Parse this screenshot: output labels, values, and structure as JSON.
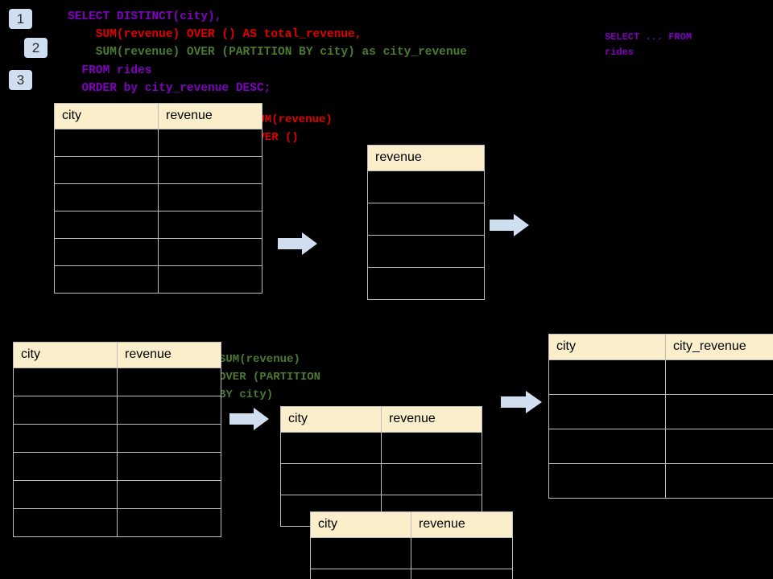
{
  "page": {
    "background": "#000000",
    "header_fill": "#fbeecb",
    "grid_line": "#bdbdbd",
    "arrow_fill": "#cfdff0",
    "badge_fill": "#cfdff0"
  },
  "badges": [
    {
      "label": "1"
    },
    {
      "label": "2"
    },
    {
      "label": "3"
    }
  ],
  "sql": {
    "line1": "SELECT DISTINCT(city),",
    "line2": "    SUM(revenue) OVER () AS total_revenue,",
    "line3": "    SUM(revenue) OVER (PARTITION BY city) as city_revenue",
    "line4": "  FROM rides",
    "line5": "  ORDER by city_revenue DESC;",
    "colors": {
      "line1": "#8000c0",
      "line2": "#e00000",
      "line3": "#4a7a32",
      "line4": "#8000c0",
      "line5": "#8000c0"
    }
  },
  "sidenote": {
    "line1": "SELECT ... FROM",
    "line2": "rides"
  },
  "annotations": {
    "over_empty": {
      "line1": "SUM(revenue)",
      "line2": "OVER ()",
      "color": "#e00000"
    },
    "partition_by": {
      "line1": "SUM(revenue)",
      "line2": "OVER (PARTITION",
      "line3": "BY city)",
      "color": "#4a7a32"
    }
  },
  "tables": {
    "rides_top": {
      "name": "rides-source-table",
      "columns": [
        "city",
        "revenue"
      ],
      "row_count": 6,
      "rows": [
        [
          "",
          ""
        ],
        [
          "",
          ""
        ],
        [
          "",
          ""
        ],
        [
          "",
          ""
        ],
        [
          "",
          ""
        ],
        [
          "",
          ""
        ]
      ]
    },
    "revenue_only": {
      "name": "revenue-column-table",
      "columns": [
        "revenue"
      ],
      "row_count": 4,
      "rows": [
        [
          ""
        ],
        [
          ""
        ],
        [
          ""
        ],
        [
          ""
        ]
      ]
    },
    "rides_bottom": {
      "name": "rides-source-table-2",
      "columns": [
        "city",
        "revenue"
      ],
      "row_count": 6,
      "rows": [
        [
          "",
          ""
        ],
        [
          "",
          ""
        ],
        [
          "",
          ""
        ],
        [
          "",
          ""
        ],
        [
          "",
          ""
        ],
        [
          "",
          ""
        ]
      ]
    },
    "partition_a": {
      "name": "partition-group-table-a",
      "columns": [
        "city",
        "revenue"
      ],
      "row_count": 3,
      "rows": [
        [
          "",
          ""
        ],
        [
          "",
          ""
        ],
        [
          "",
          ""
        ]
      ]
    },
    "partition_b": {
      "name": "partition-group-table-b",
      "columns": [
        "city",
        "revenue"
      ],
      "row_count": 2,
      "rows": [
        [
          "",
          ""
        ],
        [
          "",
          ""
        ]
      ]
    },
    "city_revenue_result": {
      "name": "city-revenue-result-table",
      "columns": [
        "city",
        "city_revenue"
      ],
      "row_count": 4,
      "rows": [
        [
          "",
          ""
        ],
        [
          "",
          ""
        ],
        [
          "",
          ""
        ],
        [
          "",
          ""
        ]
      ]
    }
  },
  "arrows": [
    {
      "name": "arrow-rides-to-revenue"
    },
    {
      "name": "arrow-revenue-to-total"
    },
    {
      "name": "arrow-rides-to-partition"
    },
    {
      "name": "arrow-partition-to-result"
    }
  ]
}
